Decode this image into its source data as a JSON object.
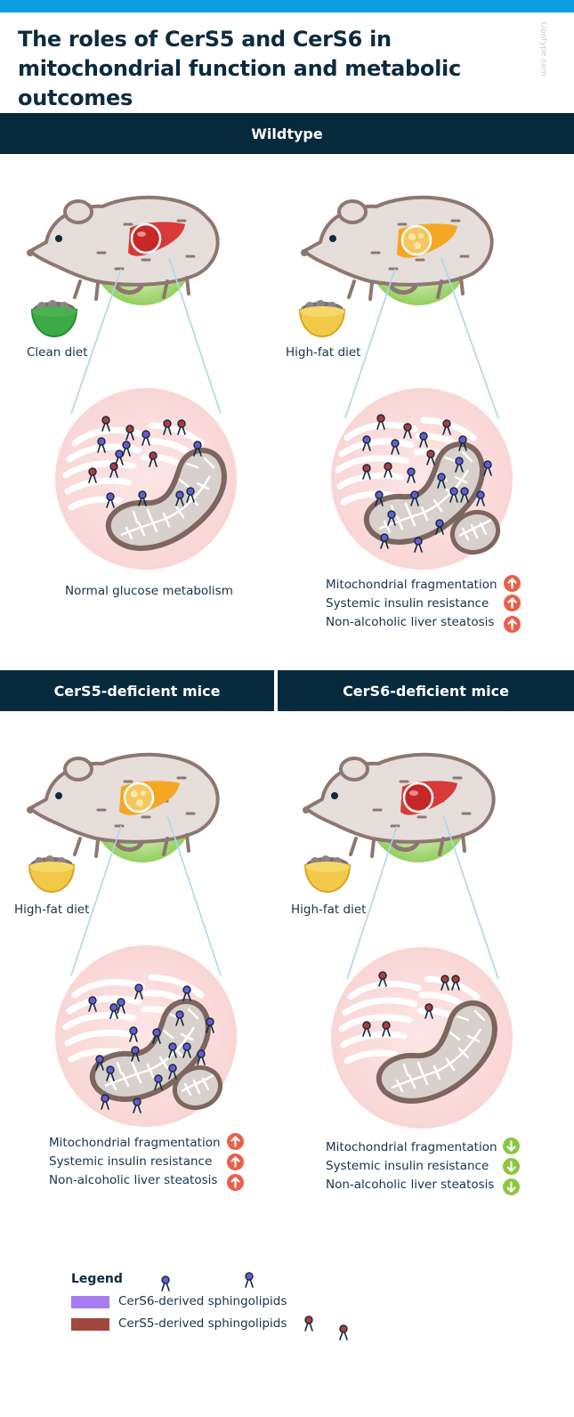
{
  "title": "The roles of CerS5 and CerS6 in mitochondrial function and metabolic outcomes",
  "watermark": "Lipotype.com",
  "sections": {
    "wildtype": "Wildtype",
    "cers5": "CerS5-deficient mice",
    "cers6": "CerS6-deficient mice"
  },
  "panels": {
    "wt_clean": {
      "diet": "Clean diet",
      "outcome": "Normal glucose metabolism"
    },
    "wt_highfat": {
      "diet": "High-fat diet",
      "outcomes": [
        {
          "text": "Mitochondrial fragmentation",
          "direction": "up"
        },
        {
          "text": "Systemic insulin resistance",
          "direction": "up"
        },
        {
          "text": "Non-alcoholic liver steatosis",
          "direction": "up"
        }
      ]
    },
    "cers5_highfat": {
      "diet": "High-fat diet",
      "outcomes": [
        {
          "text": "Mitochondrial fragmentation",
          "direction": "up"
        },
        {
          "text": "Systemic insulin resistance",
          "direction": "up"
        },
        {
          "text": "Non-alcoholic liver steatosis",
          "direction": "up"
        }
      ]
    },
    "cers6_highfat": {
      "diet": "High-fat diet",
      "outcomes": [
        {
          "text": "Mitochondrial fragmentation",
          "direction": "down"
        },
        {
          "text": "Systemic insulin resistance",
          "direction": "down"
        },
        {
          "text": "Non-alcoholic liver steatosis",
          "direction": "down"
        }
      ]
    }
  },
  "legend": {
    "title": "Legend",
    "items": [
      {
        "label": "CerS6-derived sphingolipids",
        "color": "#a67df0"
      },
      {
        "label": "CerS5-derived sphingolipids",
        "color": "#a0483c"
      }
    ]
  },
  "colors": {
    "header_band": "#062a3c",
    "top_bar": "#0b9ee0",
    "increase": "#e8604c",
    "decrease": "#8cc63f",
    "cers6_lipid": "#6a5acd",
    "cers5_lipid": "#b23a3a"
  }
}
